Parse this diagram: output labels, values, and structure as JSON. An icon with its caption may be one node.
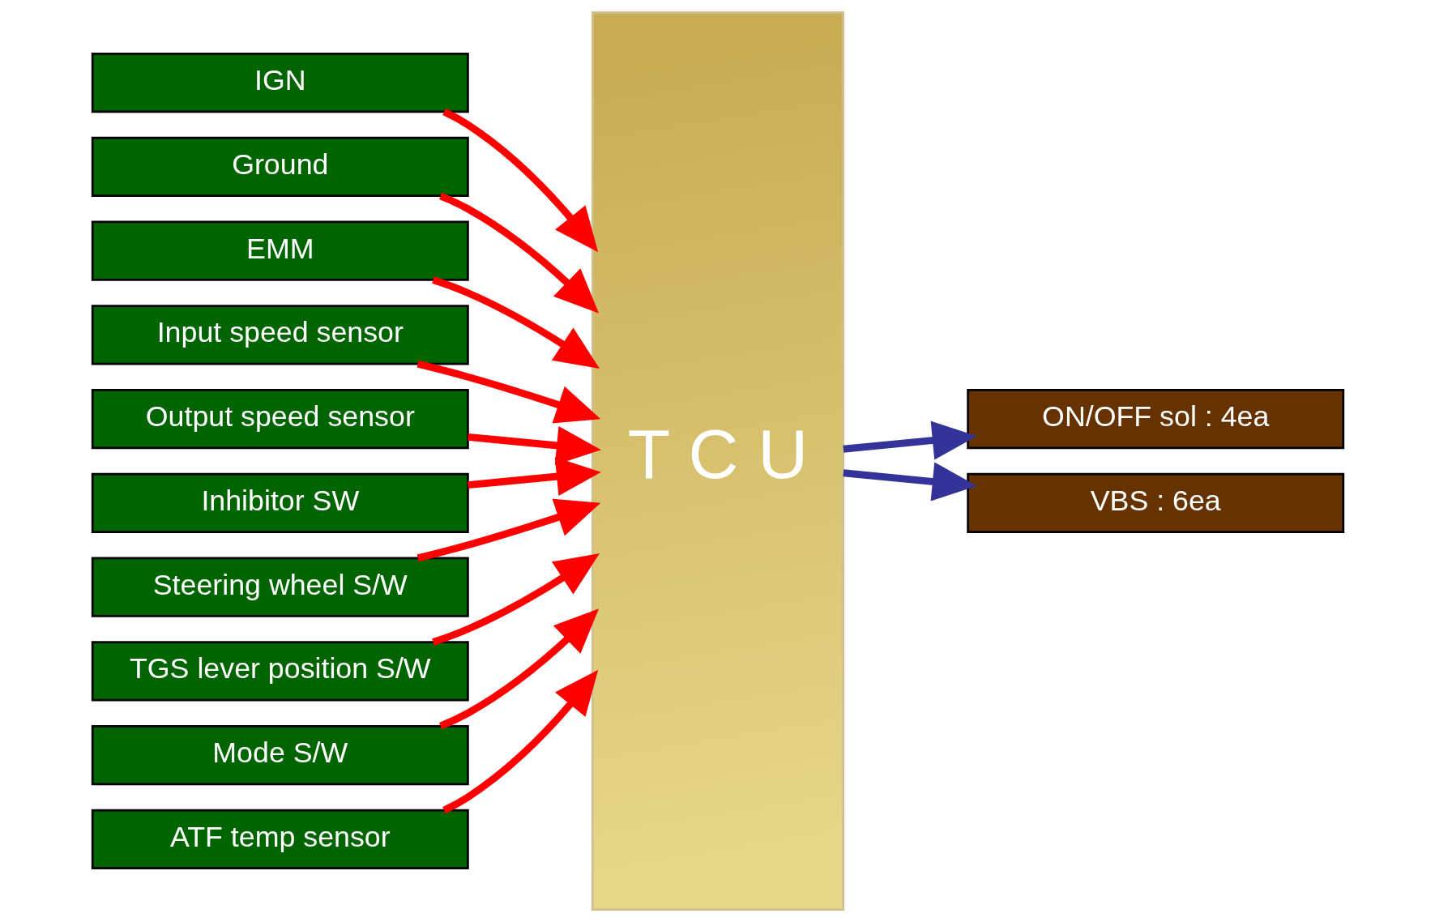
{
  "diagram": {
    "nodes": [
      {
        "text": [
          "IGN"
        ]
      },
      {
        "text": [
          "Ground"
        ]
      },
      {
        "text": [
          "EMM"
        ]
      },
      {
        "text": [
          "Input speed sensor"
        ]
      },
      {
        "text": [
          "Output speed sensor"
        ]
      },
      {
        "text": [
          "Inhibitor SW"
        ]
      },
      {
        "text": [
          "Steering wheel S/W"
        ]
      },
      {
        "text": [
          "TGS lever position S/W"
        ]
      },
      {
        "text": [
          "Mode S/W"
        ]
      },
      {
        "text": [
          "ATF temp sensor"
        ]
      },
      {
        "text": [
          "T C U"
        ]
      },
      {
        "text": [
          "ON/OFF sol : 4ea"
        ]
      },
      {
        "text": [
          "VBS : 6ea"
        ]
      }
    ],
    "edges": [
      {
        "from": 0,
        "to": 10,
        "arrow": "to"
      },
      {
        "from": 1,
        "to": 10,
        "arrow": "to"
      },
      {
        "from": 2,
        "to": 10,
        "arrow": "to"
      },
      {
        "from": 3,
        "to": 10,
        "arrow": "to"
      },
      {
        "from": 4,
        "to": 10,
        "arrow": "to"
      },
      {
        "from": 5,
        "to": 10,
        "arrow": "to"
      },
      {
        "from": 6,
        "to": 10,
        "arrow": "to"
      },
      {
        "from": 7,
        "to": 10,
        "arrow": "to"
      },
      {
        "from": 8,
        "to": 10,
        "arrow": "to"
      },
      {
        "from": 9,
        "to": 10,
        "arrow": "to"
      },
      {
        "from": 10,
        "to": 11,
        "arrow": "to",
        "color": "#333399"
      },
      {
        "from": 10,
        "to": 12,
        "arrow": "to",
        "color": "#333399"
      }
    ]
  }
}
